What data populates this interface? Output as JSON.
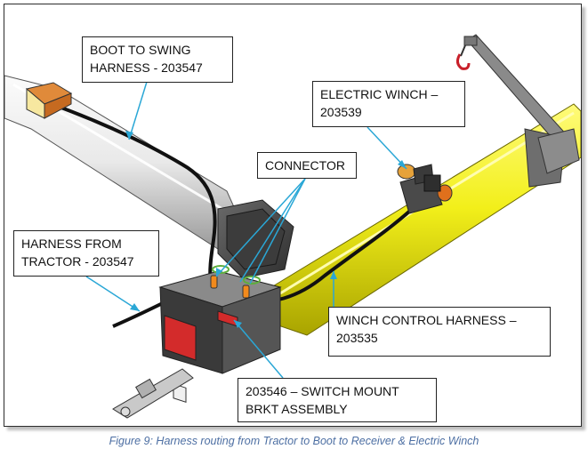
{
  "callouts": {
    "boot_to_swing": {
      "line1": "BOOT TO SWING",
      "line2": "HARNESS - 203547"
    },
    "electric_winch": {
      "line1": "ELECTRIC WINCH –",
      "line2": "203539"
    },
    "connector": {
      "line1": "CONNECTOR"
    },
    "harness_from_tractor": {
      "line1": "HARNESS FROM",
      "line2": "TRACTOR - 203547"
    },
    "winch_control": {
      "line1": "WINCH CONTROL HARNESS –",
      "line2": "203535"
    },
    "switch_mount": {
      "line1": "203546 – SWITCH MOUNT",
      "line2": "BRKT ASSEMBLY"
    }
  },
  "caption": "Figure 9: Harness routing from Tractor to Boot to Receiver & Electric Winch",
  "colors": {
    "leader": "#2aa7d6",
    "tube_yellow": "#f2ef1a",
    "tube_white": "#eeeeee",
    "housing_dark": "#4a4a4a",
    "switch_red": "#d32b2b",
    "hook_red": "#c8202a",
    "winch_orange": "#e0701c",
    "caption": "#4d6fa3"
  }
}
